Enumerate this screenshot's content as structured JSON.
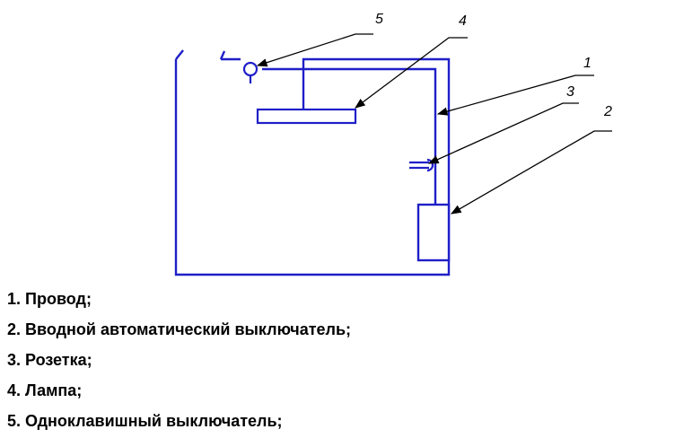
{
  "colors": {
    "wiring": "#1f1fc8",
    "leader": "#000000",
    "text": "#000000"
  },
  "callouts": [
    {
      "number": "1",
      "target": "wire"
    },
    {
      "number": "2",
      "target": "circuit-breaker"
    },
    {
      "number": "3",
      "target": "socket"
    },
    {
      "number": "4",
      "target": "lamp"
    },
    {
      "number": "5",
      "target": "switch"
    }
  ],
  "legend": {
    "items": [
      "1. Провод;",
      "2. Вводной автоматический выключатель;",
      "3. Розетка;",
      "4. Лампа;",
      "5. Одноклавишный выключатель;"
    ]
  }
}
